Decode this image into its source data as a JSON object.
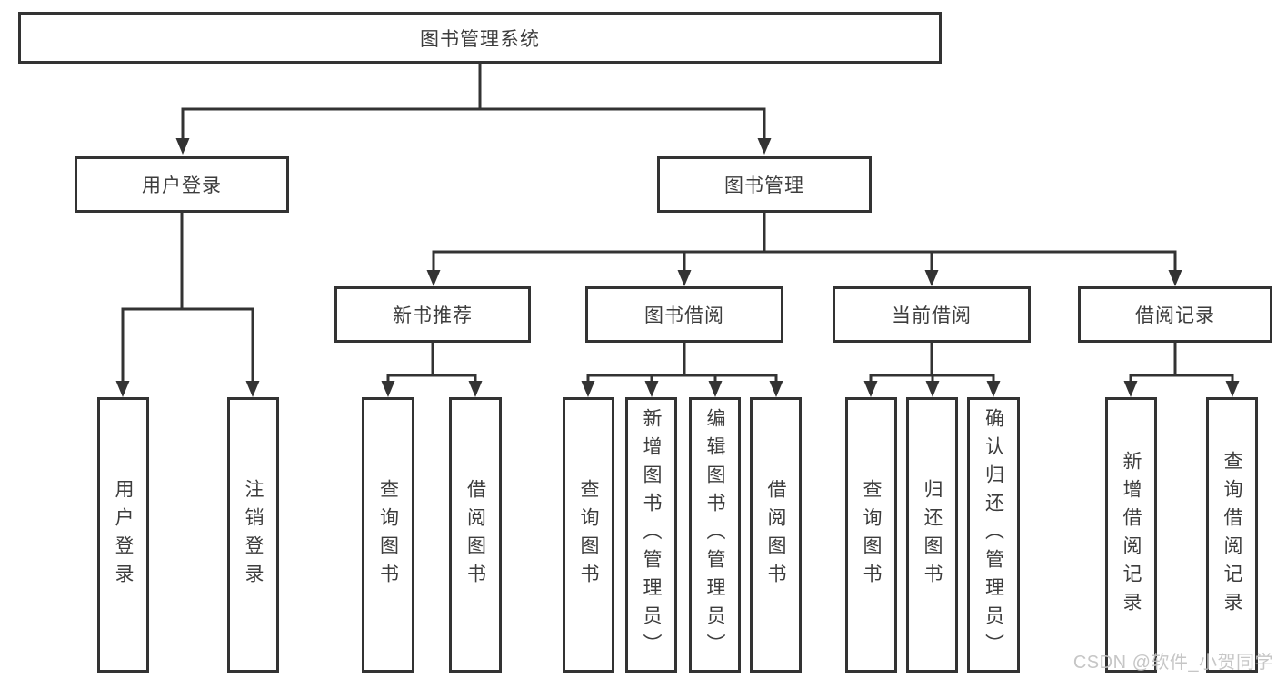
{
  "watermark": "CSDN @软件_小贺同学",
  "colors": {
    "line": "#333333",
    "text": "#3d3d3d",
    "background": "#ffffff",
    "watermark": "#c1c1c1"
  },
  "tree": {
    "label": "图书管理系统",
    "children": [
      {
        "label": "用户登录",
        "children": [
          {
            "label": "用户登录"
          },
          {
            "label": "注销登录"
          }
        ]
      },
      {
        "label": "图书管理",
        "children": [
          {
            "label": "新书推荐",
            "children": [
              {
                "label": "查询图书"
              },
              {
                "label": "借阅图书"
              }
            ]
          },
          {
            "label": "图书借阅",
            "children": [
              {
                "label": "查询图书"
              },
              {
                "label": "新增图书（管理员）"
              },
              {
                "label": "编辑图书（管理员）"
              },
              {
                "label": "借阅图书"
              }
            ]
          },
          {
            "label": "当前借阅",
            "children": [
              {
                "label": "查询图书"
              },
              {
                "label": "归还图书"
              },
              {
                "label": "确认归还（管理员）"
              }
            ]
          },
          {
            "label": "借阅记录",
            "children": [
              {
                "label": "新增借阅记录"
              },
              {
                "label": "查询借阅记录"
              }
            ]
          }
        ]
      }
    ]
  }
}
